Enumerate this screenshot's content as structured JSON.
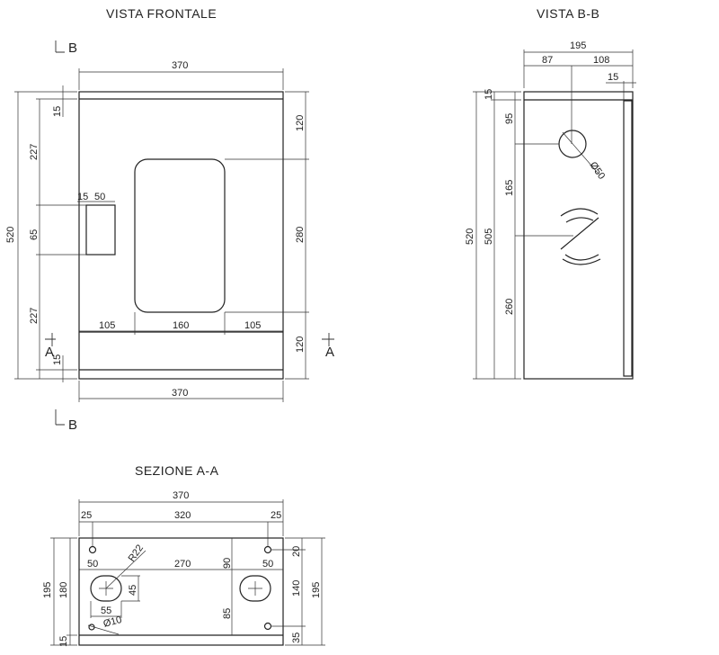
{
  "titles": {
    "front": "VISTA FRONTALE",
    "side": "VISTA B-B",
    "section": "SEZIONE A-A"
  },
  "section_marks": {
    "b": "B",
    "a": "A"
  },
  "front": {
    "width_top": "370",
    "width_bottom": "370",
    "height_total": "520",
    "left": [
      "15",
      "227",
      "65",
      "227",
      "15"
    ],
    "right": [
      "120",
      "280",
      "120"
    ],
    "handle": [
      "15",
      "50"
    ],
    "bottom": [
      "105",
      "160",
      "105"
    ]
  },
  "side": {
    "width": "195",
    "top_split": [
      "87",
      "108"
    ],
    "back": "15",
    "height_total": "520",
    "height_inner": "505",
    "top": "15",
    "positions": [
      "95",
      "165",
      "260"
    ],
    "hole": "Ø50"
  },
  "section": {
    "width": "370",
    "top": [
      "25",
      "320",
      "25"
    ],
    "mid": [
      "50",
      "270",
      "50"
    ],
    "radius": "R22",
    "slot_h": "45",
    "slot_w": "55",
    "hole": "Ø10",
    "v90": "90",
    "v85": "85",
    "left": [
      "195",
      "180",
      "15"
    ],
    "right": [
      "20",
      "140",
      "35",
      "195"
    ]
  }
}
